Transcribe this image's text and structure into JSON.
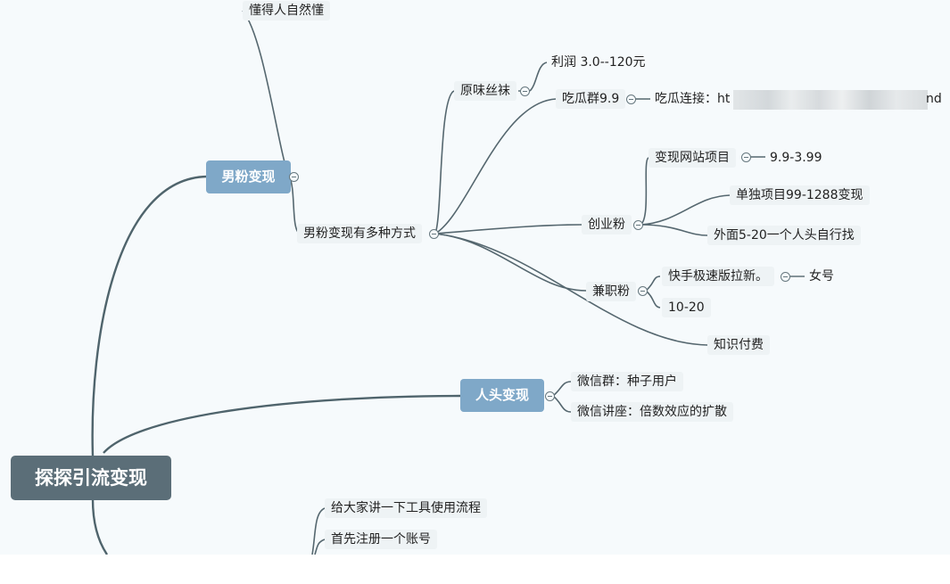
{
  "root": {
    "label": "探探引流变现"
  },
  "branches": {
    "male": {
      "label": "男粉变现",
      "top_note": "懂得人自然懂",
      "methods": {
        "label": "男粉变现有多种方式",
        "yuanwei": {
          "label": "原味丝袜",
          "child": "利润 3.0--120元"
        },
        "chigua": {
          "label": "吃瓜群9.9",
          "link_prefix": "吃瓜连接：ht",
          "link_suffix": "nd"
        },
        "chuangye": {
          "label": "创业粉",
          "site": {
            "label": "变现网站项目",
            "child": "9.9-3.99"
          },
          "single": "单独项目99-1288变现",
          "outside": "外面5-20一个人头自行找"
        },
        "jianzhi": {
          "label": "兼职粉",
          "kuaishou": {
            "label": "快手极速版拉新。",
            "child": "女号"
          },
          "price": "10-20"
        },
        "zhishi": "知识付费"
      }
    },
    "head": {
      "label": "人头变现",
      "wechat_group": "微信群：种子用户",
      "wechat_lecture": "微信讲座：倍数效应的扩散"
    },
    "tools": {
      "intro": "给大家讲一下工具使用流程",
      "register": "首先注册一个账号"
    }
  }
}
